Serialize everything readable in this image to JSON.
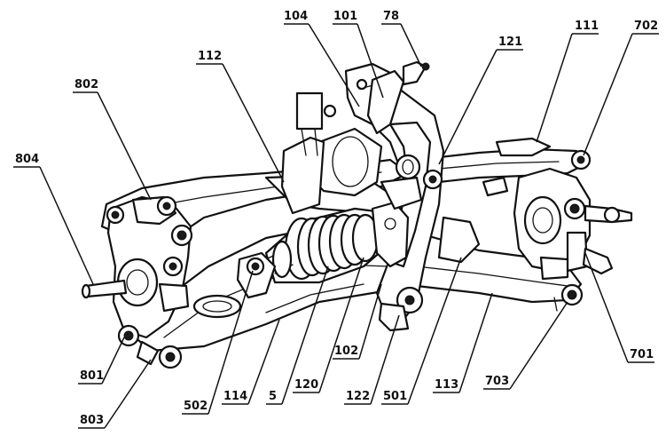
{
  "labels": {
    "l104": "104",
    "l101": "101",
    "l78": "78",
    "l121": "121",
    "l111": "111",
    "l702": "702",
    "l112": "112",
    "l802": "802",
    "l804": "804",
    "l801": "801",
    "l803": "803",
    "l502": "502",
    "l114": "114",
    "l5": "5",
    "l120": "120",
    "l102": "102",
    "l122": "122",
    "l501": "501",
    "l113": "113",
    "l703": "703",
    "l701": "701"
  },
  "colors": {
    "ink": "#111111",
    "paper": "#ffffff"
  }
}
